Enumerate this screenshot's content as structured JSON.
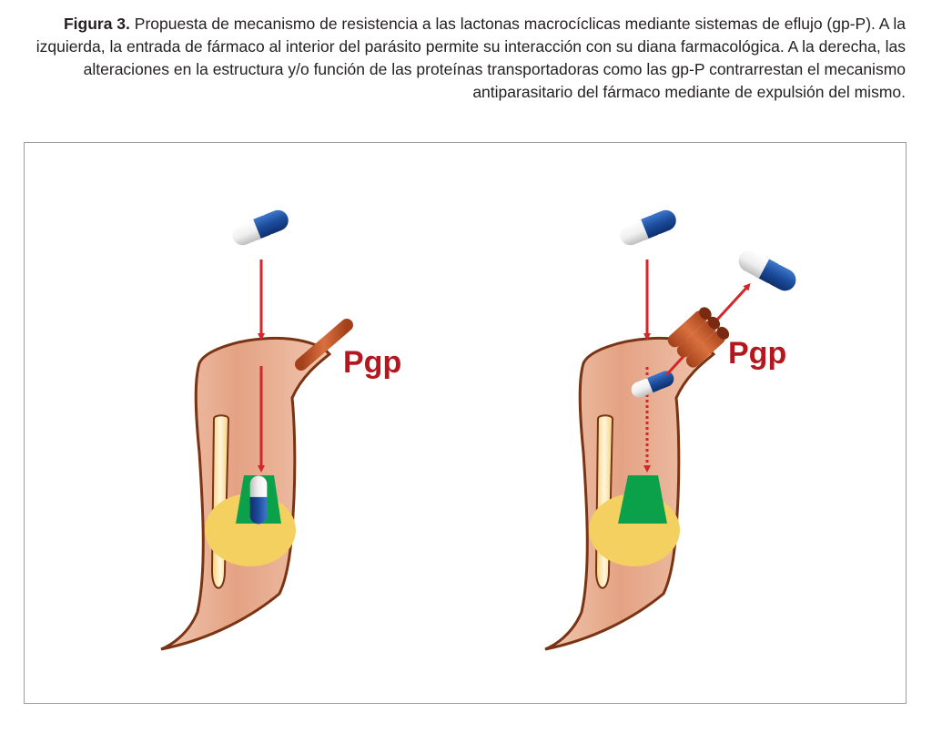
{
  "caption": {
    "figure_label": "Figura 3.",
    "text": "Propuesta de mecanismo de resistencia a las lactonas macrocíclicas mediante sistemas de eflujo (gp-P). A la izquierda, la entrada de fármaco al interior del parásito permite su interacción con su diana farmacológica. A la derecha, las alteraciones en la estructura y/o función de las proteínas transportadoras como las gp-P contrarrestan el mecanismo antiparasitario del fármaco mediante de expulsión del mismo."
  },
  "diagram": {
    "left_panel": {
      "transporter_label": "Pgp"
    },
    "right_panel": {
      "transporter_label": "Pgp"
    },
    "colors": {
      "arrow": "#d3262b",
      "capsule_blue": "#1c4c9c",
      "capsule_white": "#f4f4f4",
      "parasite_fill": "#e8b296",
      "parasite_outline": "#7a3414",
      "target": "#0ba14b",
      "nucleus": "#f4d060",
      "transporter": "#c85a28"
    }
  }
}
